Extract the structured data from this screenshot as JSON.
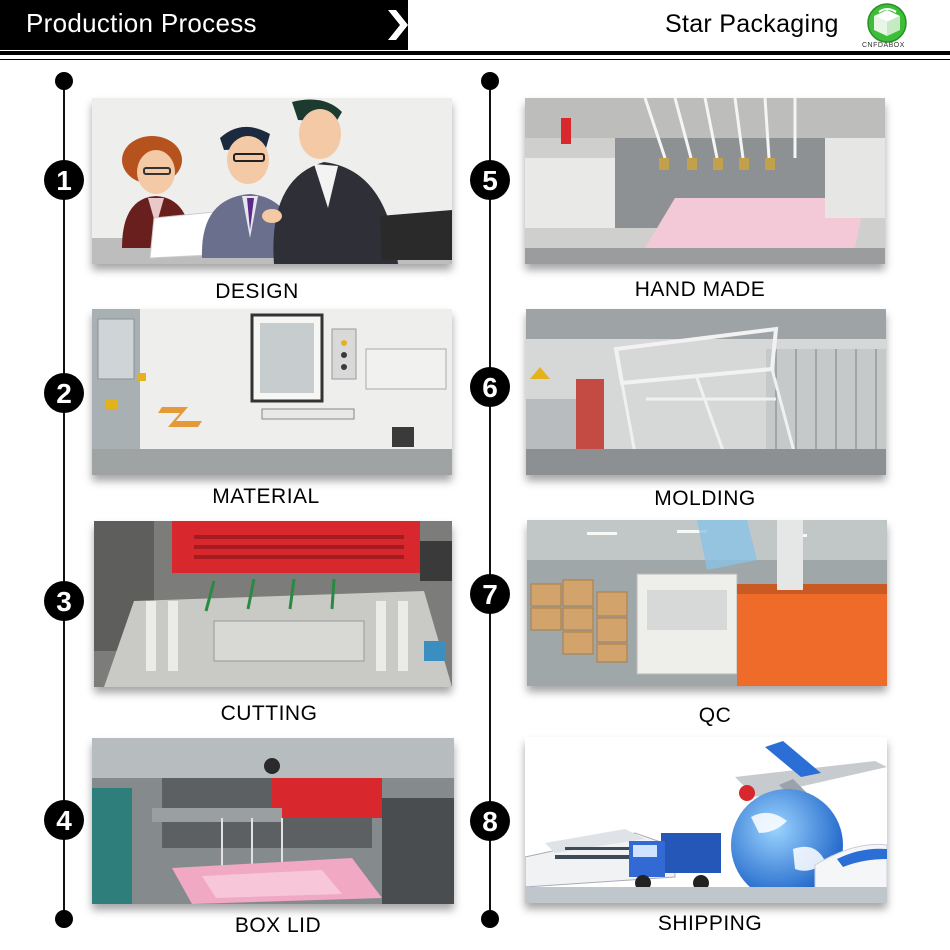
{
  "header": {
    "title": "Production Process",
    "brand": "Star Packaging",
    "brand_sub": "CNFDABOX"
  },
  "colors": {
    "bar": "#000000",
    "logo_green": "#3ebd3a",
    "accent_red": "#d8282e",
    "accent_blue": "#2b6fd6"
  },
  "steps": [
    {
      "number": "1",
      "label": "DESIGN"
    },
    {
      "number": "2",
      "label": "MATERIAL"
    },
    {
      "number": "3",
      "label": "CUTTING"
    },
    {
      "number": "4",
      "label": "BOX LID"
    },
    {
      "number": "5",
      "label": "HAND MADE"
    },
    {
      "number": "6",
      "label": "MOLDING"
    },
    {
      "number": "7",
      "label": "QC"
    },
    {
      "number": "8",
      "label": "SHIPPING"
    }
  ]
}
